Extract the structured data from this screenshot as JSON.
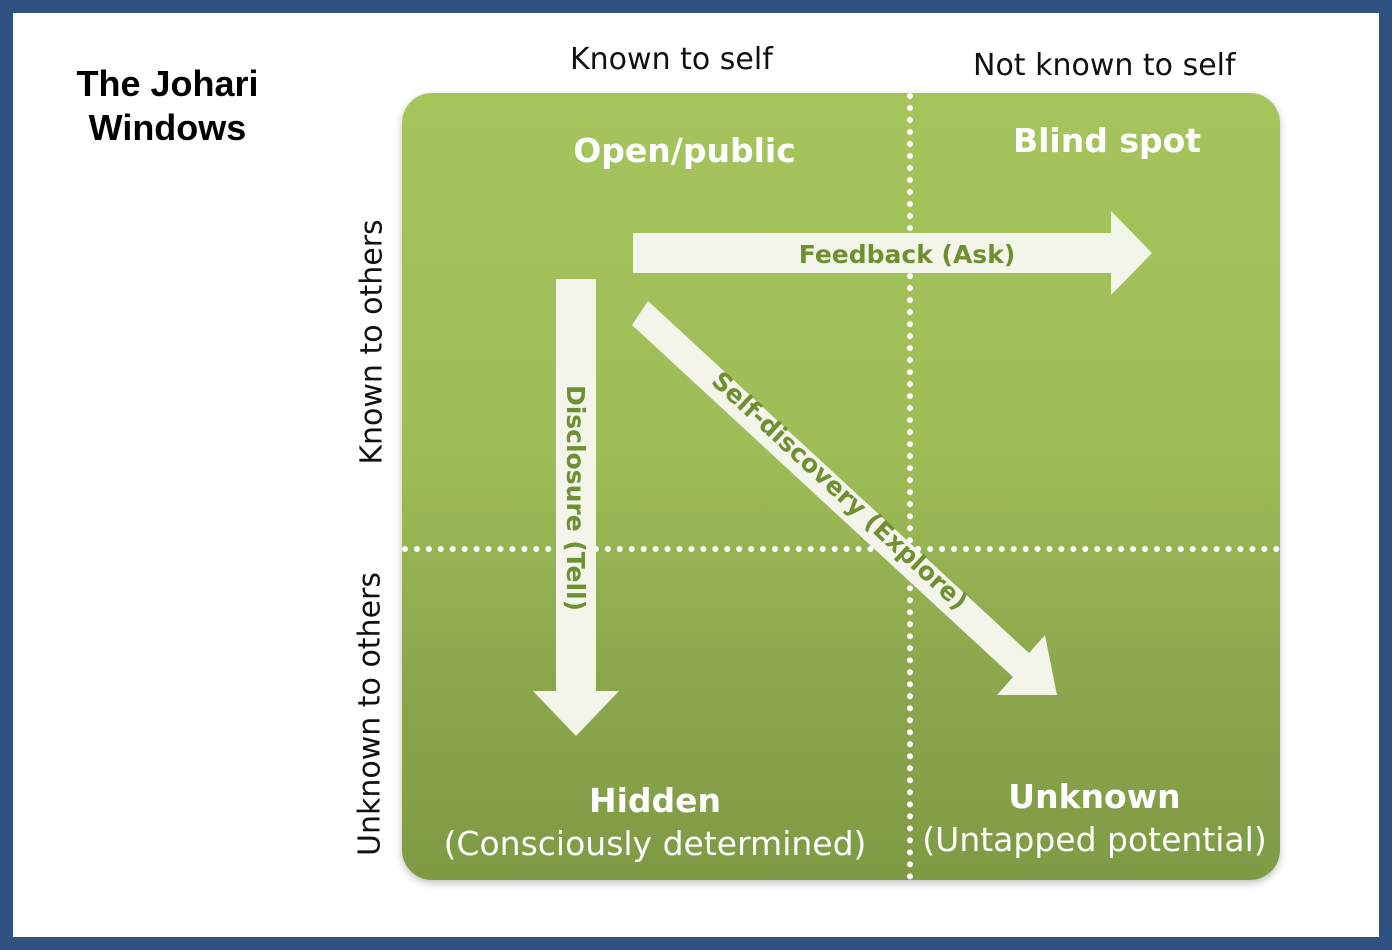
{
  "title": "The Johari Windows",
  "columns": {
    "left": "Known to self",
    "right": "Not known to self"
  },
  "rows": {
    "top": "Known to others",
    "bottom": "Unknown to others"
  },
  "quadrants": {
    "open": {
      "title": "Open/public"
    },
    "blind": {
      "title": "Blind spot"
    },
    "hidden": {
      "title": "Hidden",
      "subtitle": "(Consciously determined)"
    },
    "unknown": {
      "title": "Unknown",
      "subtitle": "(Untapped potential)"
    }
  },
  "arrows": {
    "feedback": "Feedback (Ask)",
    "disclosure": "Disclosure (Tell)",
    "self_discovery": "Self-discovery (Explore)"
  },
  "colors": {
    "frame": "#2f5280",
    "grid_top": "#a5c45c",
    "grid_bottom": "#7e9a44",
    "arrow_fill": "#f3f5ea",
    "arrow_text": "#6f8f30"
  }
}
